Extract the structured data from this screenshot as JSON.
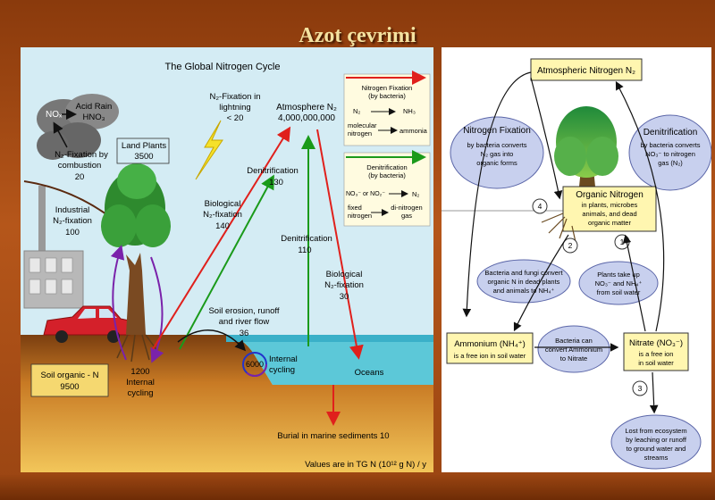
{
  "slide": {
    "title": "Azot çevrimi"
  },
  "left": {
    "title": "The Global Nitrogen Cycle",
    "acid_rain": [
      "Acid Rain",
      "HNO₃"
    ],
    "nox": "NOₓ",
    "combustion": [
      "N₂-Fixation by",
      "combustion",
      "20"
    ],
    "industrial": [
      "Industrial",
      "N₂-fixation",
      "100"
    ],
    "land_plants": [
      "Land Plants",
      "3500"
    ],
    "lightning": [
      "N₂-Fixation in",
      "lightning",
      "< 20"
    ],
    "atmosphere": [
      "Atmosphere N₂",
      "4,000,000,000"
    ],
    "denit_land": [
      "Denitrification",
      "130"
    ],
    "bio_fix_land": [
      "Biological",
      "N₂-fixation",
      "140"
    ],
    "denit_ocean": [
      "Denitrification",
      "110"
    ],
    "bio_fix_ocean": [
      "Biological",
      "N₂-fixation",
      "30"
    ],
    "erosion": [
      "Soil erosion, runoff",
      "and river flow",
      "36"
    ],
    "ocean_internal": "6000",
    "ocean_internal_label": [
      "Internal",
      "cycling"
    ],
    "oceans": "Oceans",
    "soil_organic": [
      "Soil organic - N",
      "9500"
    ],
    "land_internal": [
      "1200",
      "Internal",
      "cycling"
    ],
    "burial": "Burial in marine sediments 10",
    "units": "Values are in TG N (10¹² g N) / y",
    "legend_fix": {
      "title": [
        "Nitrogen Fixation",
        "(by bacteria)"
      ],
      "from1": "N₂",
      "to1": "NH₃",
      "from2": [
        "molecular",
        "nitrogen"
      ],
      "to2": "ammonia"
    },
    "legend_denit": {
      "title": [
        "Denitrification",
        "(by bacteria)"
      ],
      "from1": "NO₃⁻ or NO₂⁻",
      "to1": "N₂",
      "from2": [
        "fixed",
        "nitrogen"
      ],
      "to2": [
        "di-nitrogen",
        "gas"
      ]
    }
  },
  "right": {
    "atm": "Atmospheric Nitrogen N₂",
    "fixation": [
      "Nitrogen Fixation",
      "by bacteria converts",
      "N₂ gas into",
      "organic forms"
    ],
    "denitrification": [
      "Denitrification",
      "by bacteria converts",
      "NO₃⁻ to nitrogen",
      "gas (N₂)"
    ],
    "organic": [
      "Organic Nitrogen",
      "in plants, microbes",
      "animals, and dead",
      "organic matter"
    ],
    "bacteria_fungi": [
      "Bacteria and fungi convert",
      "organic N in dead plants",
      "and animals to NH₄⁺"
    ],
    "plants_take": [
      "Plants take up",
      "NO₃⁻ and NH₄⁺",
      "from soil water"
    ],
    "ammonium": [
      "Ammonium (NH₄⁺)",
      "is a free ion in soil water"
    ],
    "convert": [
      "Bacteria can",
      "convert Ammonium",
      "to Nitrate"
    ],
    "nitrate": [
      "Nitrate (NO₃⁻)",
      "is a free ion",
      "in soil water"
    ],
    "lost": [
      "Lost from ecosystem",
      "by leaching or runoff",
      "to ground water and",
      "streams"
    ],
    "steps": [
      "1",
      "2",
      "3",
      "4"
    ]
  }
}
